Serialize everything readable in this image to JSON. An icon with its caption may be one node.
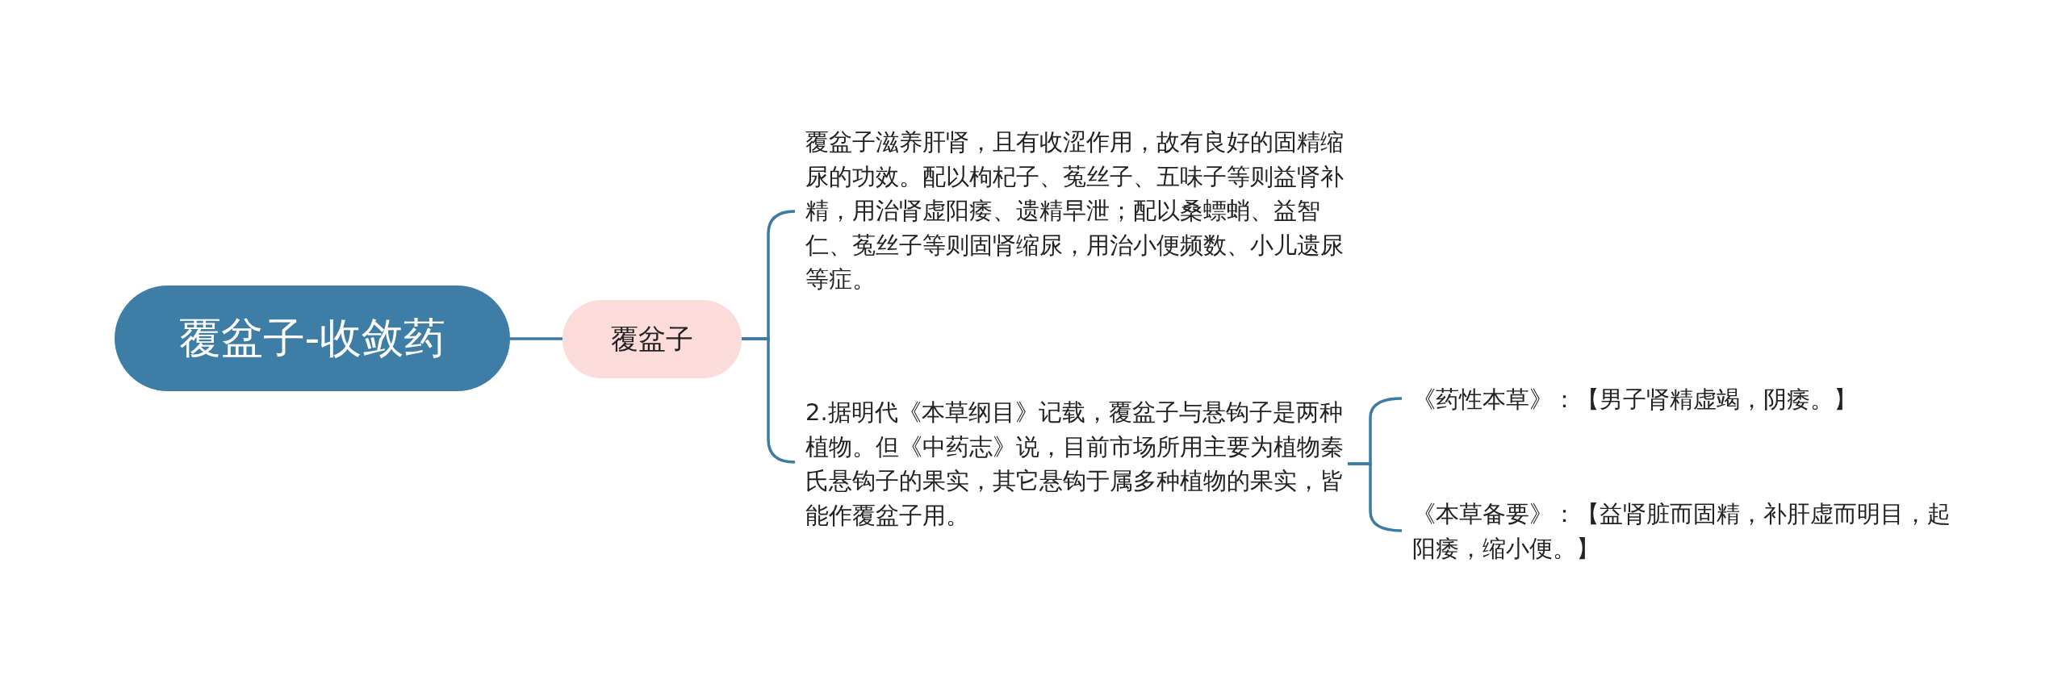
{
  "diagram": {
    "nodes": [
      {
        "text": [
          "覆盆子-收敛药"
        ]
      },
      {
        "text": [
          "覆盆子"
        ]
      },
      {
        "text": [
          "覆盆子滋养肝肾，且有收涩作用，故有良好的固精缩尿的功效。配以枸杞子、菟丝子、五味子等则益肾补精，用治肾虚阳痿、遗精早泄；配以桑螵蛸、益智仁、菟丝子等则固肾缩尿，用治小便频数、小儿遗尿等症。"
        ]
      },
      {
        "text": [
          "2.据明代《本草纲目》记载，覆盆子与悬钩子是两种植物。但《中药志》说，目前市场所用主要为植物秦氏悬钩子的果实，其它悬钩于属多种植物的果实，皆能作覆盆子用。"
        ]
      },
      {
        "text": [
          "《药性本草》：【男子肾精虚竭，阴痿。】"
        ]
      },
      {
        "text": [
          "《本草备要》：【益肾脏而固精，补肝虚而明目，起阳痿，缩小便。】"
        ]
      }
    ],
    "edges": [
      {
        "from": 0,
        "to": 1,
        "arrow": "none"
      },
      {
        "from": 1,
        "to": 2,
        "arrow": "none"
      },
      {
        "from": 1,
        "to": 3,
        "arrow": "none"
      },
      {
        "from": 3,
        "to": 4,
        "arrow": "none"
      },
      {
        "from": 3,
        "to": 5,
        "arrow": "none"
      }
    ]
  }
}
